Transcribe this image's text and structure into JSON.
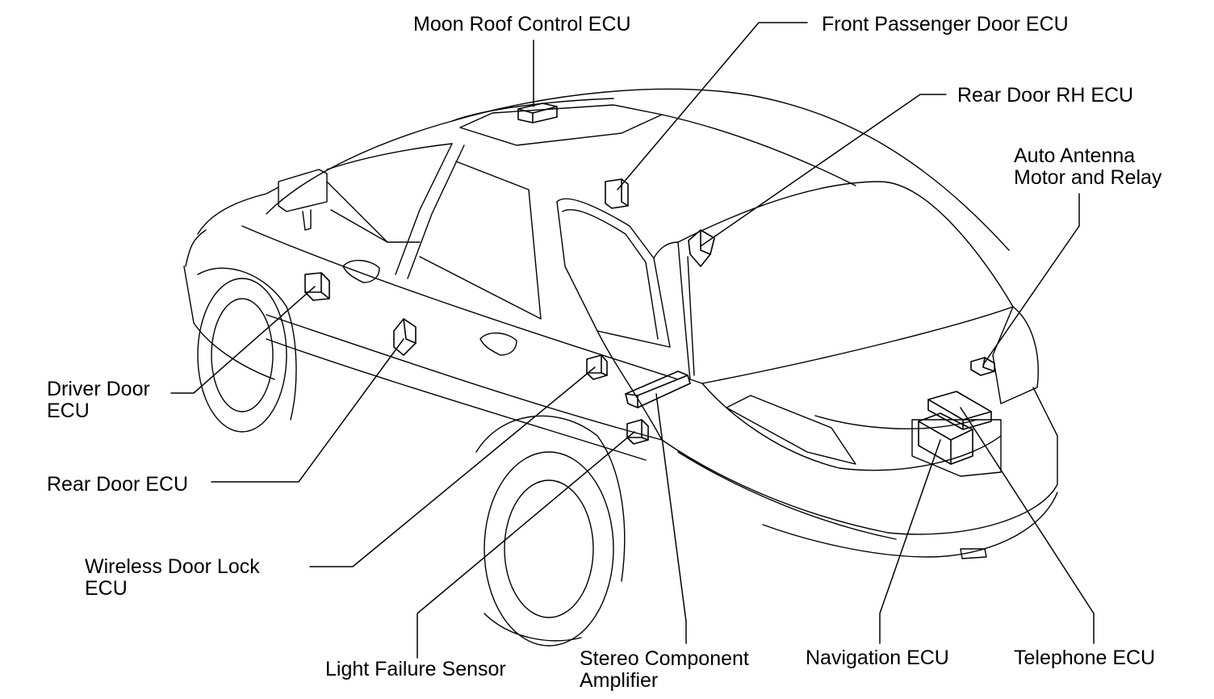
{
  "diagram": {
    "labels": {
      "moon_roof": "Moon Roof Control ECU",
      "front_passenger": "Front Passenger Door ECU",
      "rear_door_rh": "Rear Door RH ECU",
      "auto_antenna": [
        "Auto Antenna",
        "Motor and Relay"
      ],
      "driver_door": [
        "Driver Door",
        "ECU"
      ],
      "rear_door": "Rear Door ECU",
      "wireless_lock": [
        "Wireless Door Lock",
        "ECU"
      ],
      "light_failure": "Light Failure Sensor",
      "stereo_amp": [
        "Stereo Component",
        "Amplifier"
      ],
      "navigation": "Navigation ECU",
      "telephone": "Telephone ECU"
    },
    "colors": {
      "ink": "#000000",
      "background": "#ffffff"
    }
  }
}
